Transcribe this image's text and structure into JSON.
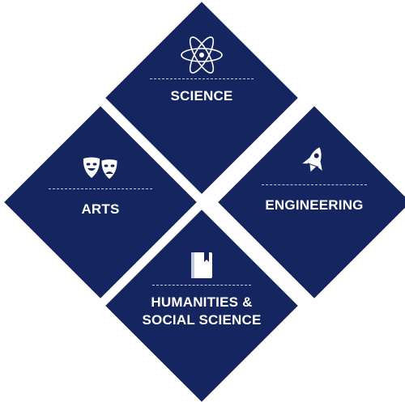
{
  "colors": {
    "diamond": "#14255f",
    "text": "#ffffff",
    "rule": "#c6cce0",
    "background": "#ffffff"
  },
  "fields": [
    {
      "id": "science",
      "label": "SCIENCE",
      "icon": "atom-icon"
    },
    {
      "id": "arts",
      "label": "ARTS",
      "icon": "theater-masks-icon"
    },
    {
      "id": "engineering",
      "label": "ENGINEERING",
      "icon": "rocket-icon"
    },
    {
      "id": "humanities",
      "label_line1": "HUMANITIES &",
      "label_line2": "SOCIAL SCIENCE",
      "icon": "book-icon"
    }
  ]
}
